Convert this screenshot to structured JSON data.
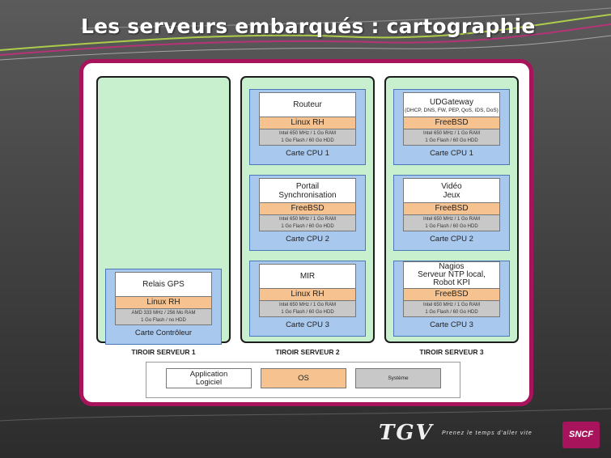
{
  "slide": {
    "title": "Les serveurs embarqués : cartographie"
  },
  "drawers": [
    {
      "label": "TIROIR SERVEUR 1",
      "cards": [
        {
          "name": "Relais GPS",
          "os": "Linux RH",
          "sys1": "AMD 333 MHz / 256 Mo RAM",
          "sys2": "1 Go Flash / no HDD",
          "label": "Carte Contrôleur"
        }
      ]
    },
    {
      "label": "TIROIR SERVEUR 2",
      "cards": [
        {
          "name": "Routeur",
          "os": "Linux RH",
          "sys1": "Intel 650 MHz / 1 Go RAM",
          "sys2": "1 Go Flash / 60 Go HDD",
          "label": "Carte CPU 1"
        },
        {
          "name1": "Portail",
          "name2": "Synchronisation",
          "os": "FreeBSD",
          "sys1": "Intel 650 MHz / 1 Go RAM",
          "sys2": "1 Go Flash / 60 Go HDD",
          "label": "Carte CPU 2"
        },
        {
          "name": "MIR",
          "os": "Linux RH",
          "sys1": "Intel 650 MHz / 1 Go RAM",
          "sys2": "1 Go Flash / 60 Go HDD",
          "label": "Carte CPU 3"
        }
      ]
    },
    {
      "label": "TIROIR SERVEUR 3",
      "cards": [
        {
          "name": "UDGateway",
          "detail": "(DHCP, DNS, FW, PEP, QoS, IDS, DoS)",
          "os": "FreeBSD",
          "sys1": "Intel 650 MHz / 1 Go RAM",
          "sys2": "1 Go Flash / 60 Go HDD",
          "label": "Carte CPU 1"
        },
        {
          "name1": "Vidéo",
          "name2": "Jeux",
          "os": "FreeBSD",
          "sys1": "Intel 650 MHz / 1 Go RAM",
          "sys2": "1 Go Flash / 60 Go HDD",
          "label": "Carte CPU 2"
        },
        {
          "name1": "Nagios",
          "name2": "Serveur NTP local,",
          "name3": "Robot KPI",
          "os": "FreeBSD",
          "sys1": "Intel 650 MHz / 1 Go RAM",
          "sys2": "1 Go Flash / 60 Go HDD",
          "label": "Carte CPU 3"
        }
      ]
    }
  ],
  "legend": {
    "app1": "Application",
    "app2": "Logiciel",
    "os": "OS",
    "system": "Système"
  },
  "footer": {
    "tgv": "TGV",
    "slogan": "Prenez le temps d'aller vite",
    "sncf": "SNCF"
  },
  "colors": {
    "accent": "#a7145c",
    "drawer_bg": "#c8f0cf",
    "card_bg": "#a9c8ee",
    "os_bg": "#f6c28f",
    "system_bg": "#c8c8c8",
    "stripe_green": "#b6d94b",
    "stripe_pink": "#c0307a"
  }
}
